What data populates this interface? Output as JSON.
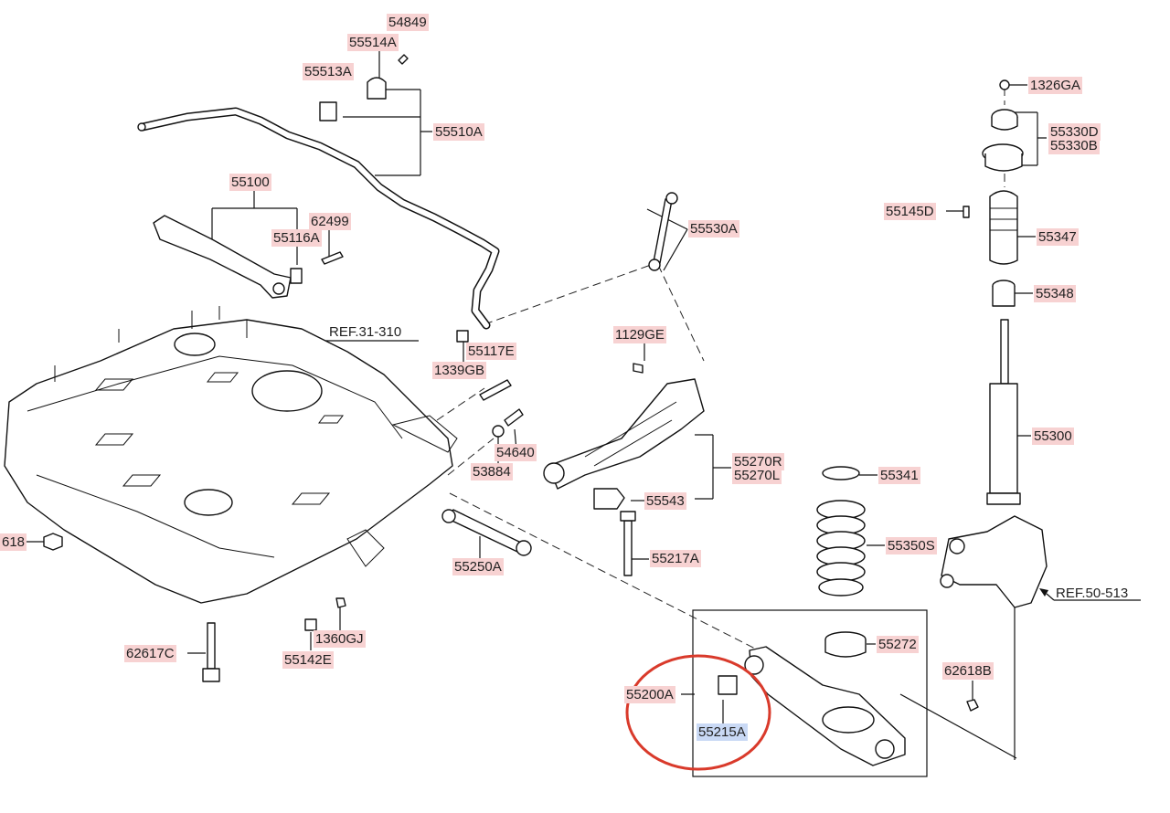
{
  "diagram": {
    "parts": [
      {
        "id": "p54849",
        "number": "54849"
      },
      {
        "id": "p55514a",
        "number": "55514A"
      },
      {
        "id": "p55513a",
        "number": "55513A"
      },
      {
        "id": "p55510a",
        "number": "55510A"
      },
      {
        "id": "p55100",
        "number": "55100"
      },
      {
        "id": "p62499",
        "number": "62499"
      },
      {
        "id": "p55116a",
        "number": "55116A"
      },
      {
        "id": "p55530a",
        "number": "55530A"
      },
      {
        "id": "p55117e",
        "number": "55117E"
      },
      {
        "id": "p1339gb",
        "number": "1339GB"
      },
      {
        "id": "p1129ge",
        "number": "1129GE"
      },
      {
        "id": "p54640",
        "number": "54640"
      },
      {
        "id": "p53884",
        "number": "53884"
      },
      {
        "id": "p55270r",
        "number": "55270R"
      },
      {
        "id": "p55270l",
        "number": "55270L"
      },
      {
        "id": "p55543",
        "number": "55543"
      },
      {
        "id": "p55250a",
        "number": "55250A"
      },
      {
        "id": "p55217a",
        "number": "55217A"
      },
      {
        "id": "p618",
        "number": "618"
      },
      {
        "id": "p62617c",
        "number": "62617C"
      },
      {
        "id": "p1360gj",
        "number": "1360GJ"
      },
      {
        "id": "p55142e",
        "number": "55142E"
      },
      {
        "id": "p1326ga",
        "number": "1326GA"
      },
      {
        "id": "p55330d",
        "number": "55330D"
      },
      {
        "id": "p55330b",
        "number": "55330B"
      },
      {
        "id": "p55145d",
        "number": "55145D"
      },
      {
        "id": "p55347",
        "number": "55347"
      },
      {
        "id": "p55348",
        "number": "55348"
      },
      {
        "id": "p55300",
        "number": "55300"
      },
      {
        "id": "p55341",
        "number": "55341"
      },
      {
        "id": "p55350s",
        "number": "55350S"
      },
      {
        "id": "p55272",
        "number": "55272"
      },
      {
        "id": "p62618b",
        "number": "62618B"
      },
      {
        "id": "p55200a",
        "number": "55200A"
      },
      {
        "id": "p55215a",
        "number": "55215A",
        "selected": true
      }
    ],
    "references": [
      {
        "id": "ref31",
        "text": "REF.31-310"
      },
      {
        "id": "ref50",
        "text": "REF.50-513"
      }
    ],
    "highlight_color": "#d93a2b",
    "label_color": "#f7d2d2",
    "selected_label_color": "#c9d9f5"
  }
}
